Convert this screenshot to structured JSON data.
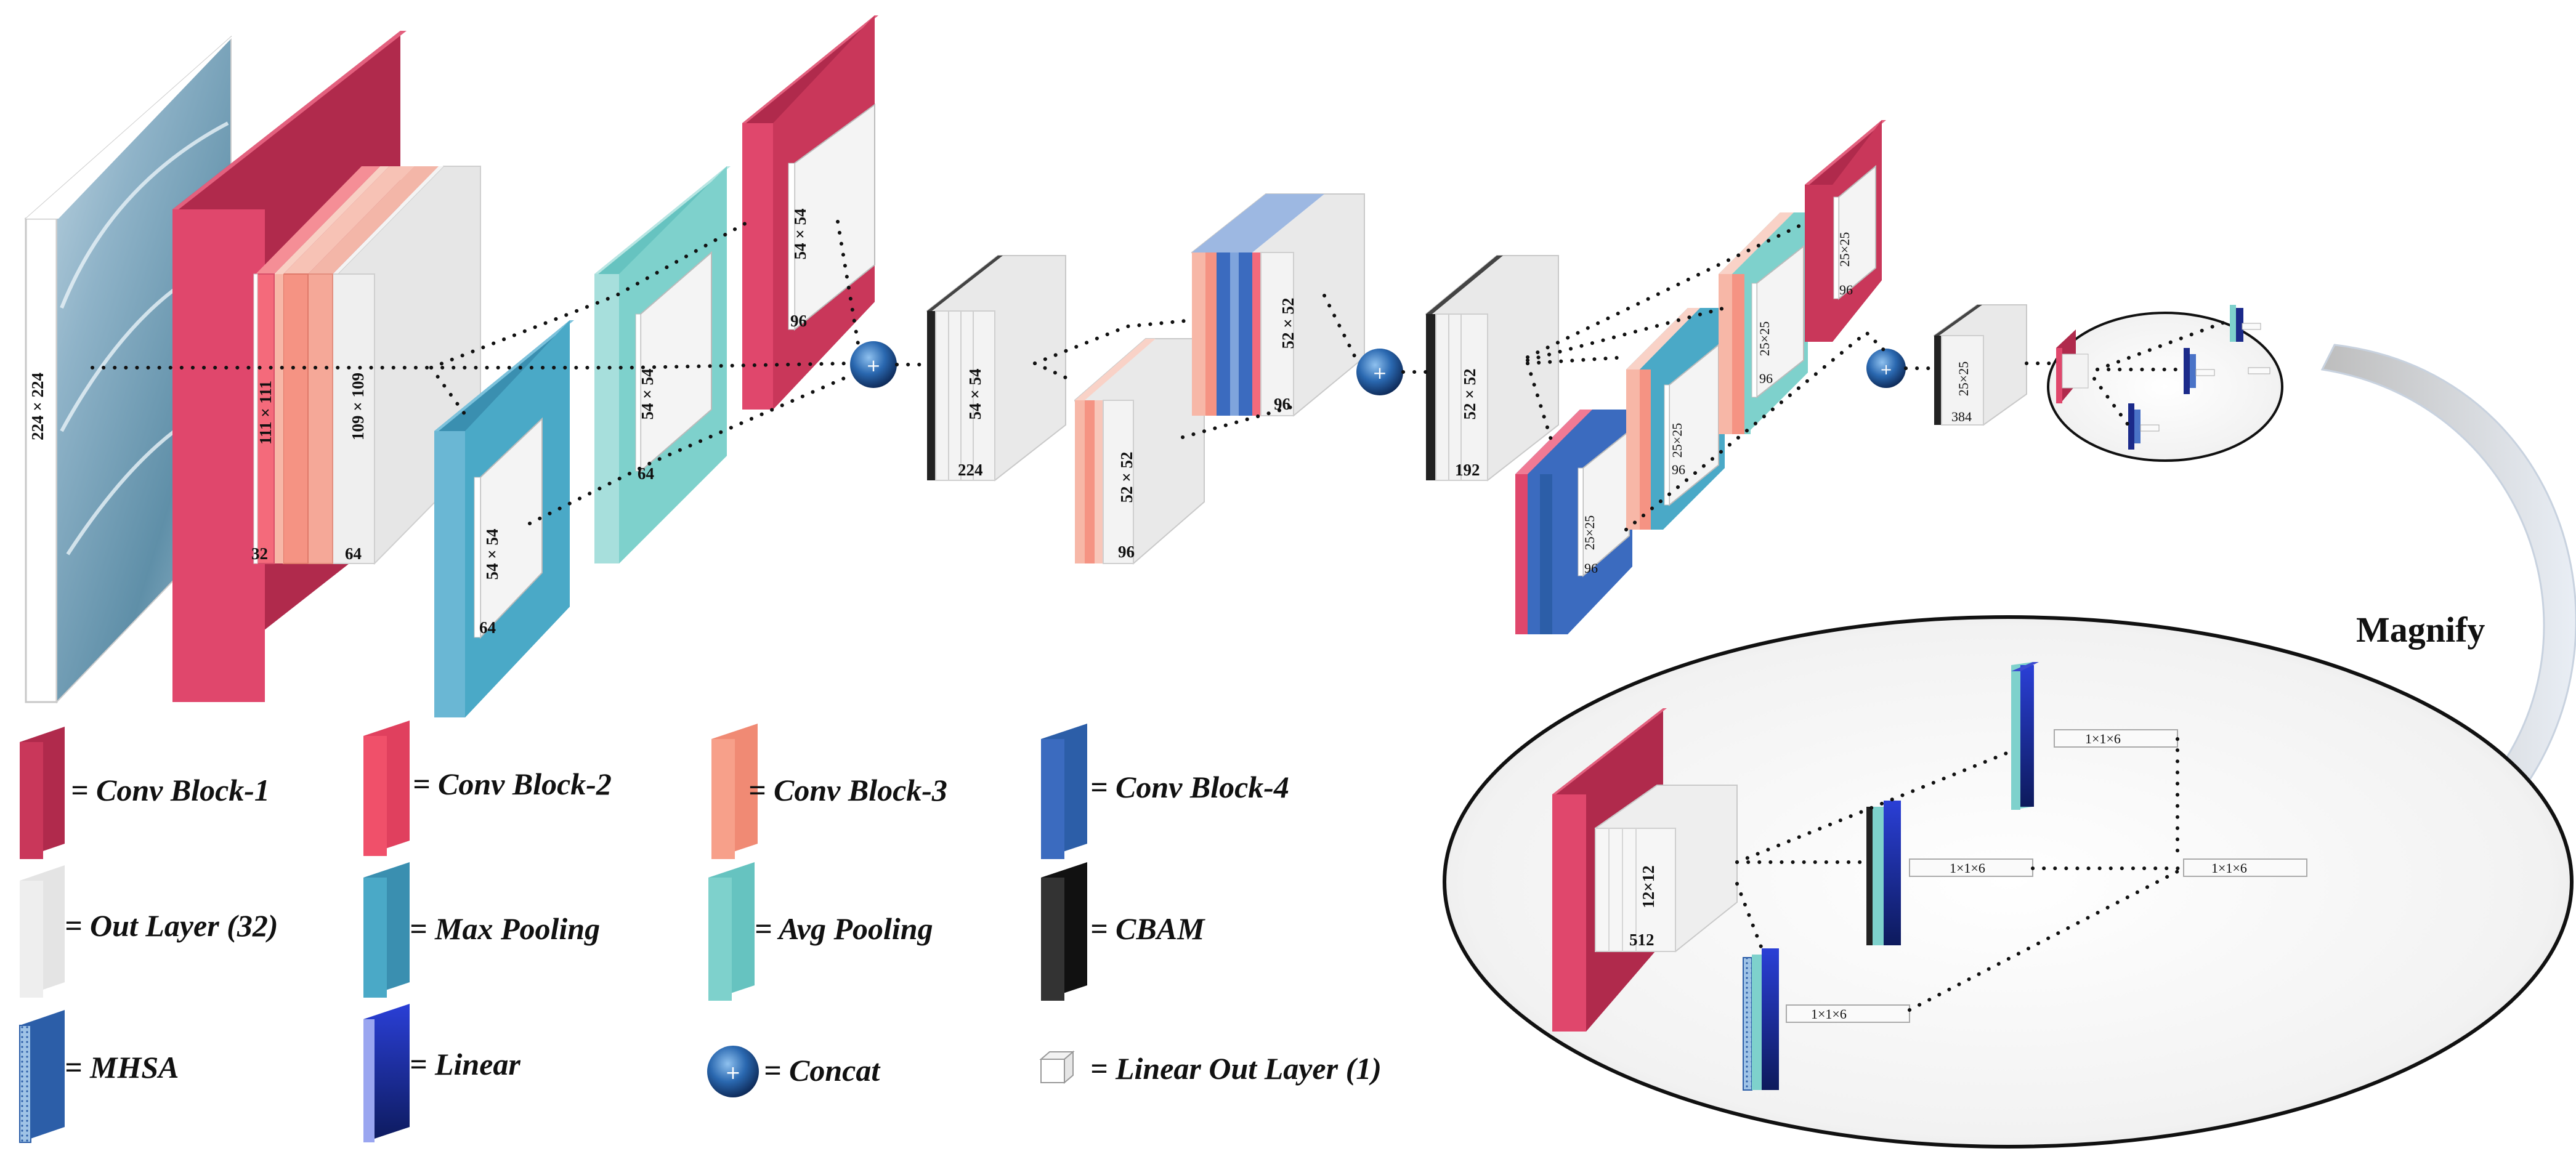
{
  "colors": {
    "conv_block_1": "#c9375a",
    "conv_block_2": "#f0506a",
    "conv_block_3": "#f7a08a",
    "conv_block_4": "#3b6bbf",
    "out_layer": "#eeeeee",
    "max_pooling": "#4aa9c7",
    "avg_pooling": "#7ed1cc",
    "cbam": "#222222",
    "mhsa": "#2c5ea8",
    "linear": "#1b2a8a",
    "concat": "#1f4f8f"
  },
  "layer_labels": {
    "input_size": "224 × 224",
    "conv1_size": "111 × 111",
    "conv1_channels": "32",
    "conv2_size": "109 × 109",
    "conv2_channels": "64",
    "maxpool1_size": "54 × 54",
    "maxpool1_channels": "64",
    "avgpool1_size": "54 × 54",
    "avgpool1_channels": "64",
    "conv3_size": "54 × 54",
    "conv3_channels": "96",
    "cbam1_size": "54 × 54",
    "cbam1_channels": "224",
    "conv4_size": "52 × 52",
    "conv4_channels": "96",
    "conv5_size": "52 × 52",
    "conv5_channels": "96",
    "cbam2_size": "52 × 52",
    "cbam2_channels": "192",
    "block_a_size": "25×25",
    "block_a_channels": "96",
    "block_b_size": "25×25",
    "block_b_channels": "96",
    "block_c_size": "25×25",
    "block_c_channels": "96",
    "block_d_size": "25×25",
    "block_d_channels": "96",
    "cbam3_size": "25×25",
    "cbam3_channels": "384"
  },
  "magnify_label": "Magnify",
  "magnified": {
    "out_size": "12×12",
    "out_channels": "512",
    "head_top": "1×1×6",
    "head_mid": "1×1×6",
    "head_bottom": "1×1×6",
    "head_out": "1×1×6"
  },
  "legend": [
    {
      "key": "conv_block_1",
      "label": "= Conv Block-1"
    },
    {
      "key": "conv_block_2",
      "label": "= Conv Block-2"
    },
    {
      "key": "conv_block_3",
      "label": "= Conv Block-3"
    },
    {
      "key": "conv_block_4",
      "label": "= Conv Block-4"
    },
    {
      "key": "out_layer",
      "label": "= Out Layer (32)"
    },
    {
      "key": "max_pooling",
      "label": "= Max Pooling"
    },
    {
      "key": "avg_pooling",
      "label": "= Avg Pooling"
    },
    {
      "key": "cbam",
      "label": "= CBAM"
    },
    {
      "key": "mhsa",
      "label": "= MHSA"
    },
    {
      "key": "linear",
      "label": "= Linear"
    },
    {
      "key": "concat",
      "label": "= Concat"
    },
    {
      "key": "linear_out",
      "label": "= Linear Out Layer (1)"
    }
  ]
}
